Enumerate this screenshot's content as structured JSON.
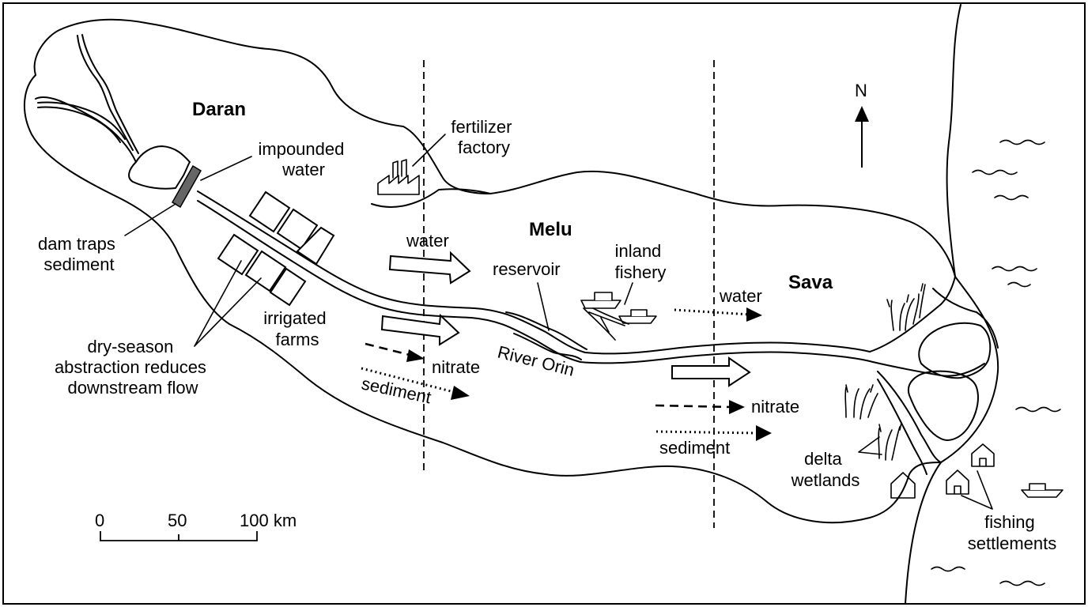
{
  "regions": {
    "daran": "Daran",
    "melu": "Melu",
    "sava": "Sava"
  },
  "river": {
    "name": "River Orin"
  },
  "features": {
    "fertilizer_factory": [
      "fertilizer",
      "factory"
    ],
    "impounded_water": [
      "impounded",
      "water"
    ],
    "dam": [
      "dam traps",
      "sediment"
    ],
    "irrigated_farms": [
      "irrigated",
      "farms"
    ],
    "abstraction": [
      "dry-season",
      "abstraction reduces",
      "downstream flow"
    ],
    "reservoir": "reservoir",
    "inland_fishery": [
      "inland",
      "fishery"
    ],
    "delta_wetlands": [
      "delta",
      "wetlands"
    ],
    "fishing_settlements": [
      "fishing",
      "settlements"
    ]
  },
  "flows": {
    "daran_melu": {
      "water": "water",
      "nitrate": "nitrate",
      "sediment": "sediment"
    },
    "melu_sava": {
      "water": "water",
      "nitrate": "nitrate",
      "sediment": "sediment"
    }
  },
  "north_arrow": "N",
  "scale_bar": {
    "ticks": [
      "0",
      "50",
      "100 km"
    ]
  },
  "icons": [
    "dam-icon",
    "factory-icon",
    "fishing-boat-icon",
    "reed-icon",
    "house-icon",
    "wave-icon",
    "north-arrow-icon"
  ]
}
